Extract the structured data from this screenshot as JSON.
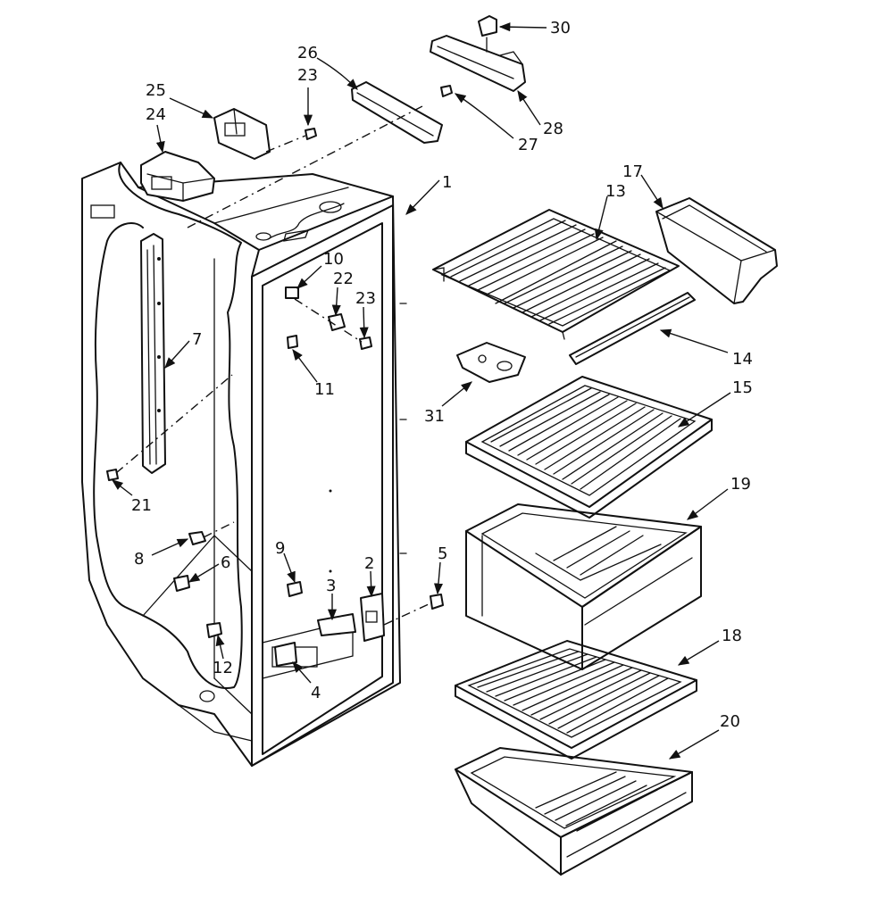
{
  "callouts": [
    "1",
    "2",
    "3",
    "4",
    "5",
    "6",
    "7",
    "8",
    "9",
    "10",
    "11",
    "12",
    "13",
    "14",
    "15",
    "17",
    "18",
    "19",
    "20",
    "21",
    "22",
    "23",
    "23",
    "24",
    "25",
    "26",
    "27",
    "28",
    "30",
    "31"
  ]
}
